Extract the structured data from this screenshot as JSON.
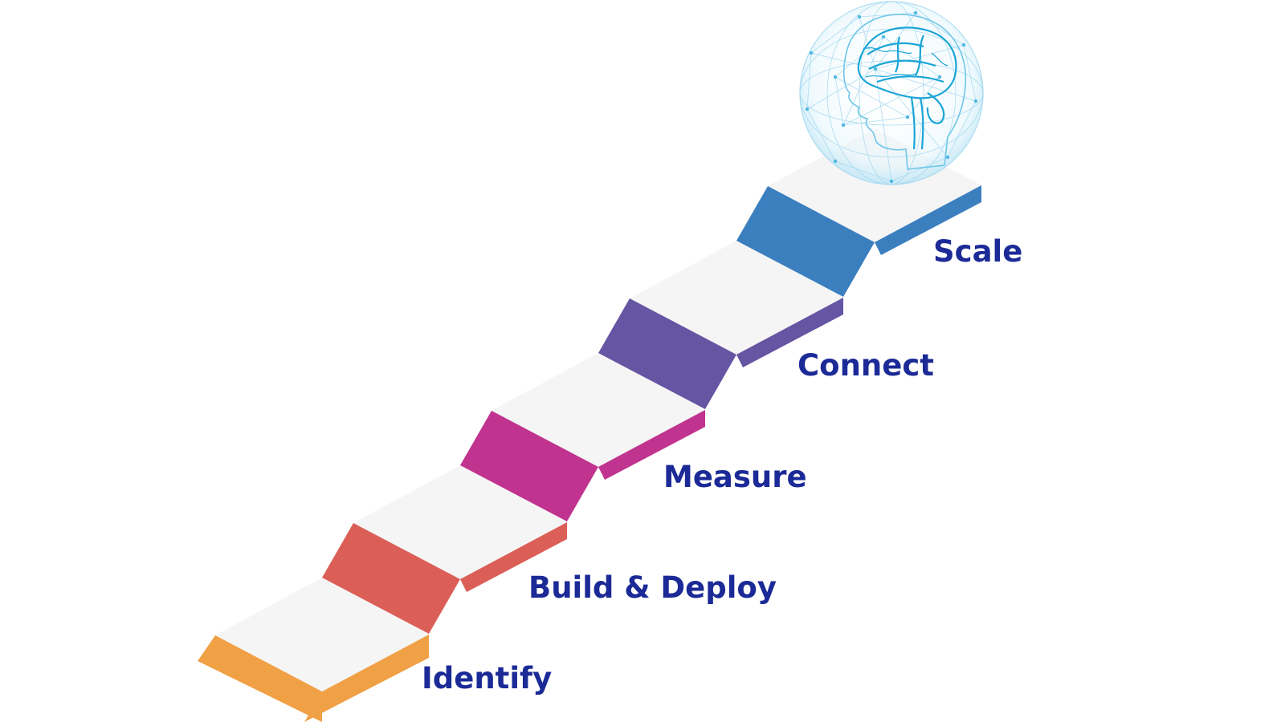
{
  "steps": [
    {
      "label": "Identify",
      "color": "#f0a045"
    },
    {
      "label": "Build & Deploy",
      "color": "#db5f57"
    },
    {
      "label": "Measure",
      "color": "#c0338f"
    },
    {
      "label": "Connect",
      "color": "#6555a3"
    },
    {
      "label": "Scale",
      "color": "#3b7fbf"
    }
  ],
  "colors": {
    "tread": "#f5f5f5",
    "label_text": "#1b2a96",
    "brain_line": "#1aa5d6",
    "sphere_line": "#9fd6ee"
  },
  "icons": {
    "top_image": "ai-brain-sphere-icon"
  }
}
